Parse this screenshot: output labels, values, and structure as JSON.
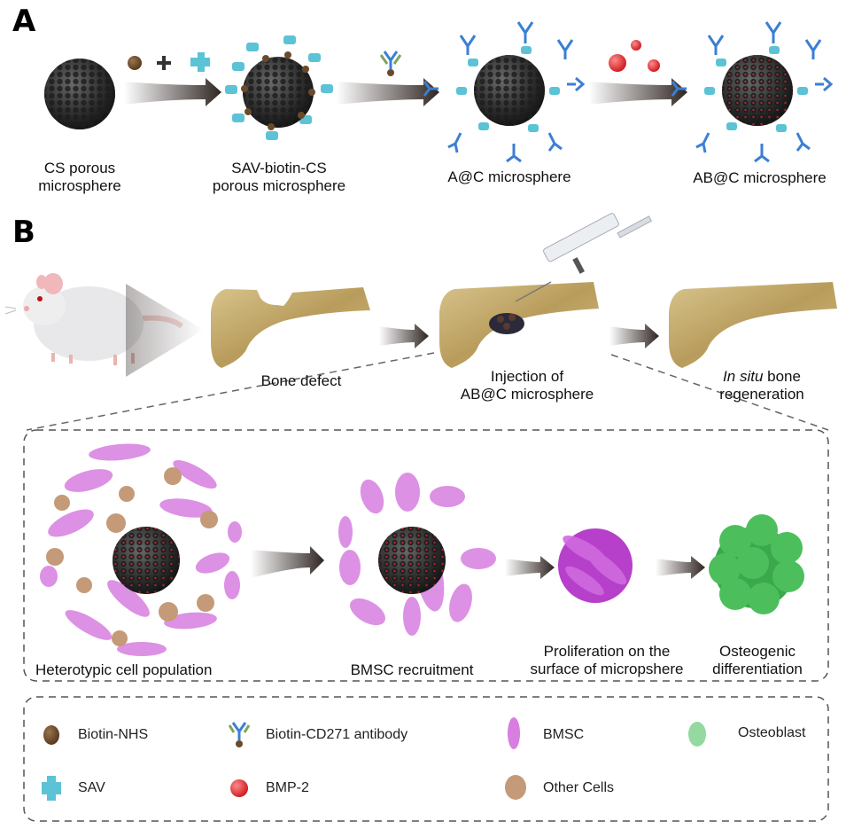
{
  "panel_a": {
    "letter": "A",
    "steps": [
      {
        "label_line1": "CS porous",
        "label_line2": "microsphere"
      },
      {
        "label_line1": "SAV-biotin-CS",
        "label_line2": "porous microsphere"
      },
      {
        "label_line1": "A@C microsphere",
        "label_line2": ""
      },
      {
        "label_line1": "AB@C microsphere",
        "label_line2": ""
      }
    ],
    "reagent_plus": "+"
  },
  "panel_b": {
    "letter": "B",
    "stages": [
      {
        "label_line1": "Bone defect",
        "label_line2": ""
      },
      {
        "label_line1": "Injection of",
        "label_line2": "AB@C microsphere"
      },
      {
        "label_italic": "In situ",
        "label_rest": " bone",
        "label_line2": "regeneration"
      }
    ],
    "cell_steps": [
      {
        "label_line1": "Heterotypic cell population",
        "label_line2": ""
      },
      {
        "label_line1": "BMSC recruitment",
        "label_line2": ""
      },
      {
        "label_line1": "Proliferation on the",
        "label_line2": "surface of micropshere"
      },
      {
        "label_line1": "Osteogenic",
        "label_line2": "differentiation"
      }
    ]
  },
  "legend": {
    "items": [
      {
        "label": "Biotin-NHS",
        "icon": "biotin-bead-icon",
        "color": "#6b4a2b"
      },
      {
        "label": "Biotin-CD271 antibody",
        "icon": "antibody-icon",
        "color": "#3b7fd4"
      },
      {
        "label": "BMSC",
        "icon": "bmsc-cell-icon",
        "color": "#c66fd6"
      },
      {
        "label": "Osteoblast",
        "icon": "osteoblast-icon",
        "color": "#7fd08f"
      },
      {
        "label": "SAV",
        "icon": "sav-cross-icon",
        "color": "#5cc2d6"
      },
      {
        "label": "BMP-2",
        "icon": "bmp2-sphere-icon",
        "color": "#e03a3a"
      },
      {
        "label": "Other Cells",
        "icon": "other-cell-icon",
        "color": "#c49a78"
      }
    ]
  },
  "colors": {
    "arrow": "#3b302c",
    "sphere": "#3a3a3a",
    "bone": "#c7b27a",
    "dashed": "#555555"
  }
}
